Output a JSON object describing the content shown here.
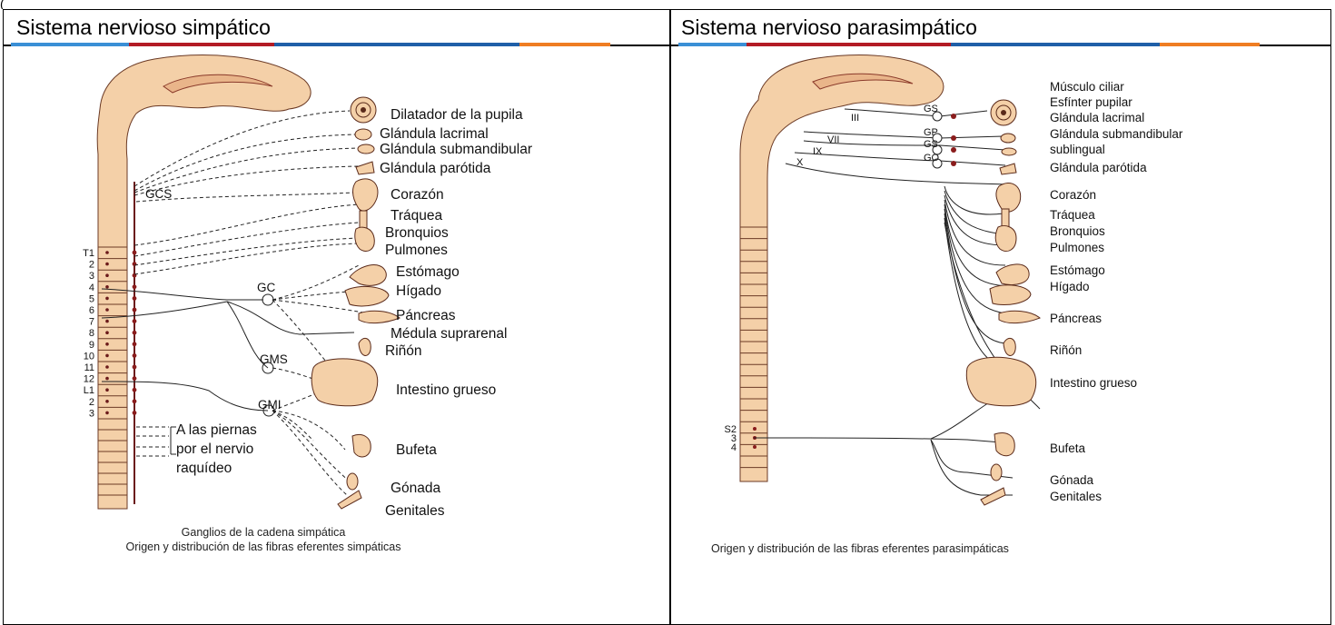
{
  "top_fragment": "(",
  "header": {
    "left_title": "Sistema nervioso simpático",
    "right_title": "Sistema nervioso parasimpático"
  },
  "colors": {
    "stripe_blue": "#3a8fd6",
    "stripe_red": "#b31b24",
    "stripe_darkblue": "#1f5fa8",
    "stripe_orange": "#ef7d22",
    "tissue": "#f4d0a8",
    "tissue_outline": "#6b3a25"
  },
  "sympathetic": {
    "organs": [
      "Dilatador de la pupila",
      "Glándula lacrimal",
      "Glándula submandibular",
      "Glándula parótida",
      "Corazón",
      "Tráquea",
      "Bronquios",
      "Pulmones",
      "Estómago",
      "Hígado",
      "Páncreas",
      "Médula suprarenal",
      "Riñón",
      "Intestino grueso",
      "Bufeta",
      "Gónada",
      "Genitales"
    ],
    "ganglia": [
      "GCS",
      "GC",
      "GMS",
      "GMI"
    ],
    "segments": [
      "T1",
      "2",
      "3",
      "4",
      "5",
      "6",
      "7",
      "8",
      "9",
      "10",
      "11",
      "12",
      "L1",
      "2",
      "3"
    ],
    "legs_note": [
      "A las piernas",
      "por el nervio",
      "raquídeo"
    ],
    "caption": [
      "Ganglios de la cadena simpática",
      "Origen y distribución de las fibras eferentes simpáticas"
    ]
  },
  "parasympathetic": {
    "organs": [
      "Músculo ciliar",
      "Esfínter pupilar",
      "Glándula lacrimal",
      "Glándula submandibular",
      "sublingual",
      "Glándula parótida",
      "Corazón",
      "Tráquea",
      "Bronquios",
      "Pulmones",
      "Estómago",
      "Hígado",
      "Páncreas",
      "Riñón",
      "Intestino grueso",
      "Bufeta",
      "Gónada",
      "Genitales"
    ],
    "nerves": [
      "III",
      "VII",
      "IX",
      "X"
    ],
    "ganglia": [
      "GS",
      "GP",
      "GS",
      "GO"
    ],
    "sacral_segments": [
      "S2",
      "3",
      "4"
    ],
    "caption": "Origen y distribución de las fibras eferentes parasimpáticas"
  }
}
